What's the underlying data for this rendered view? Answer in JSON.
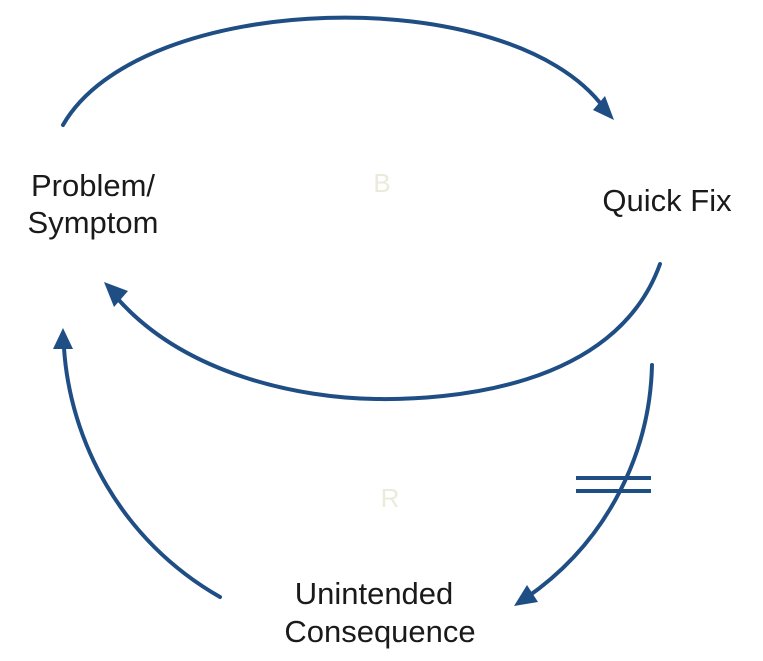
{
  "nodes": {
    "problem": {
      "line1": "Problem/",
      "line2": "Symptom"
    },
    "quick_fix": {
      "line1": "Quick Fix"
    },
    "consequence": {
      "line1": "Unintended",
      "line2": "Consequence"
    }
  },
  "loops": {
    "balancing": {
      "label": "B"
    },
    "reinforcing": {
      "label": "R"
    }
  },
  "colors": {
    "arrow": "#1f4e85",
    "loop_label": "#ebebdc",
    "text": "#1a1a1a",
    "background": "#ffffff"
  },
  "icons": {
    "arrowhead": "triangle-arrowhead",
    "delay": "double-line-delay-mark"
  }
}
